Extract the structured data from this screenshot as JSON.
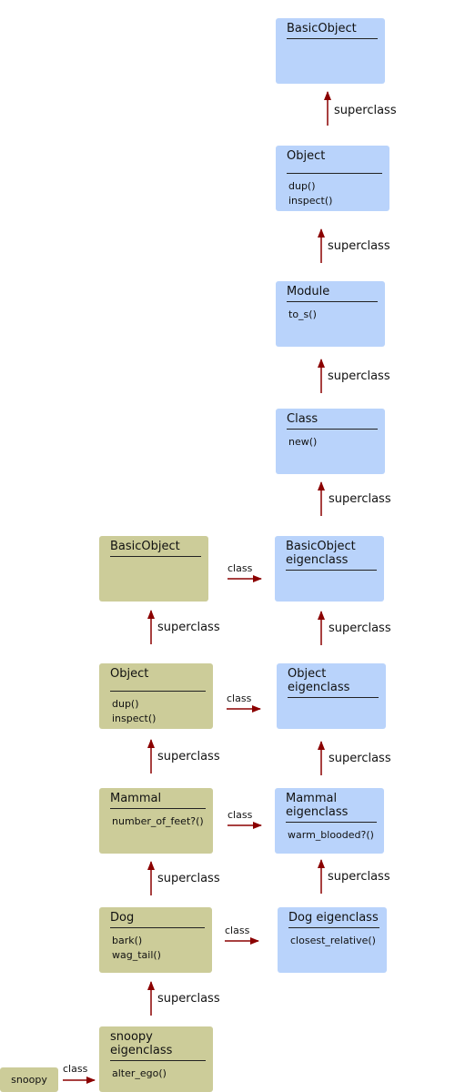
{
  "edge_labels": {
    "superclass": "superclass",
    "class": "class"
  },
  "right_column": [
    {
      "title": "BasicObject",
      "methods": []
    },
    {
      "title": "Object",
      "methods": [
        "dup()",
        "inspect()"
      ]
    },
    {
      "title": "Module",
      "methods": [
        "to_s()"
      ]
    },
    {
      "title": "Class",
      "methods": [
        "new()"
      ]
    },
    {
      "title": "BasicObject\neigenclass",
      "methods": []
    },
    {
      "title": "Object\neigenclass",
      "methods": []
    },
    {
      "title": "Mammal\neigenclass",
      "methods": [
        "warm_blooded?()"
      ]
    },
    {
      "title": "Dog eigenclass",
      "methods": [
        "closest_relative()"
      ]
    }
  ],
  "left_column": [
    {
      "title": "BasicObject",
      "methods": []
    },
    {
      "title": "Object",
      "methods": [
        "dup()",
        "inspect()"
      ]
    },
    {
      "title": "Mammal",
      "methods": [
        "number_of_feet?()"
      ]
    },
    {
      "title": "Dog",
      "methods": [
        "bark()",
        "wag_tail()"
      ]
    },
    {
      "title": "snoopy\neigenclass",
      "methods": [
        "alter_ego()"
      ]
    }
  ],
  "instance": {
    "title": "snoopy"
  },
  "colors": {
    "class_box": "#b9d3fb",
    "object_box": "#cccc99",
    "arrow": "#8b0000"
  }
}
